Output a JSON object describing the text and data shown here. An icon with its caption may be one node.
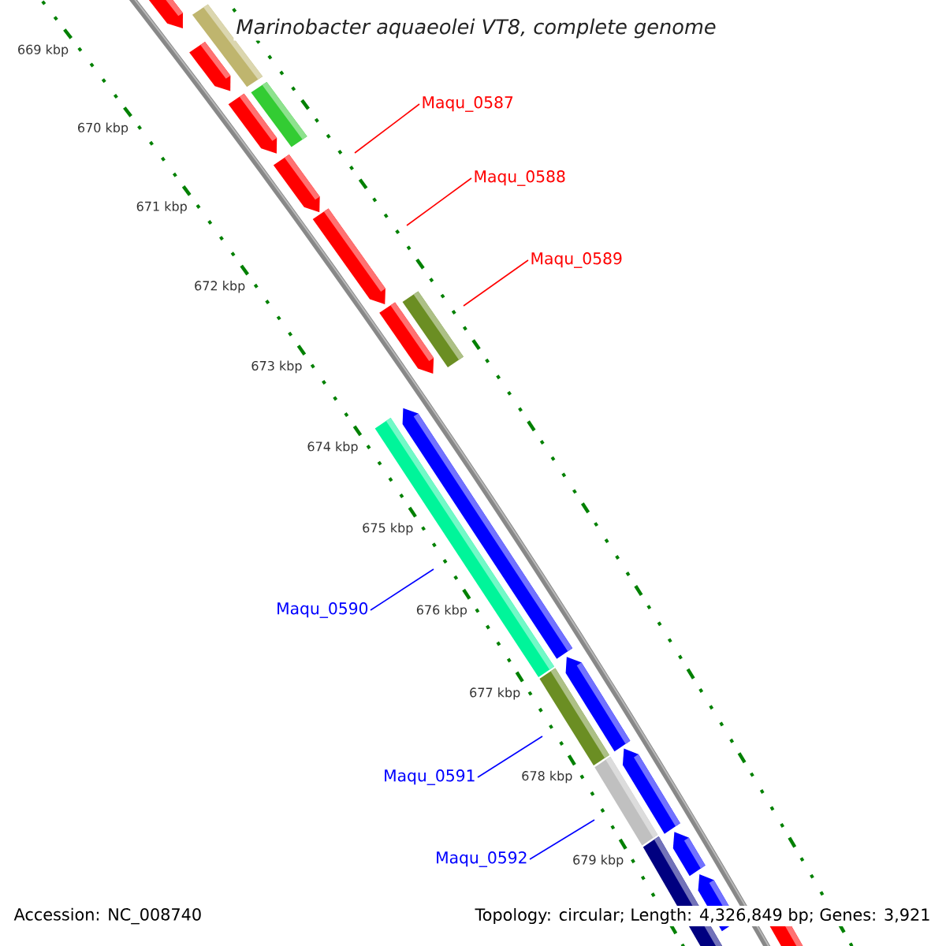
{
  "diagram": {
    "title": "Marinobacter aquaeolei VT8, complete genome",
    "nodes": [
      {
        "text": [
          "Maqu_0587"
        ]
      },
      {
        "text": [
          "Maqu_0588"
        ]
      },
      {
        "text": [
          "Maqu_0589"
        ]
      },
      {
        "text": [
          "Maqu_0590"
        ]
      },
      {
        "text": [
          "Maqu_0591"
        ]
      },
      {
        "text": [
          "Maqu_0592"
        ]
      }
    ],
    "edges": [
      {
        "from": 0,
        "to": null,
        "arrow": "none",
        "color": "#ff0000"
      },
      {
        "from": 1,
        "to": null,
        "arrow": "none",
        "color": "#ff0000"
      },
      {
        "from": 2,
        "to": null,
        "arrow": "none",
        "color": "#ff0000"
      },
      {
        "from": 3,
        "to": null,
        "arrow": "none",
        "color": "#0000ff"
      },
      {
        "from": 4,
        "to": null,
        "arrow": "none",
        "color": "#0000ff"
      },
      {
        "from": 5,
        "to": null,
        "arrow": "none",
        "color": "#0000ff"
      }
    ],
    "labels": [
      "669 kbp",
      "670 kbp",
      "671 kbp",
      "672 kbp",
      "673 kbp",
      "674 kbp",
      "675 kbp",
      "676 kbp",
      "677 kbp",
      "678 kbp",
      "679 kbp",
      "Accession: NC_008740",
      "Topology: circular; Length: 4,326,849 bp; Genes: 3,921"
    ]
  }
}
